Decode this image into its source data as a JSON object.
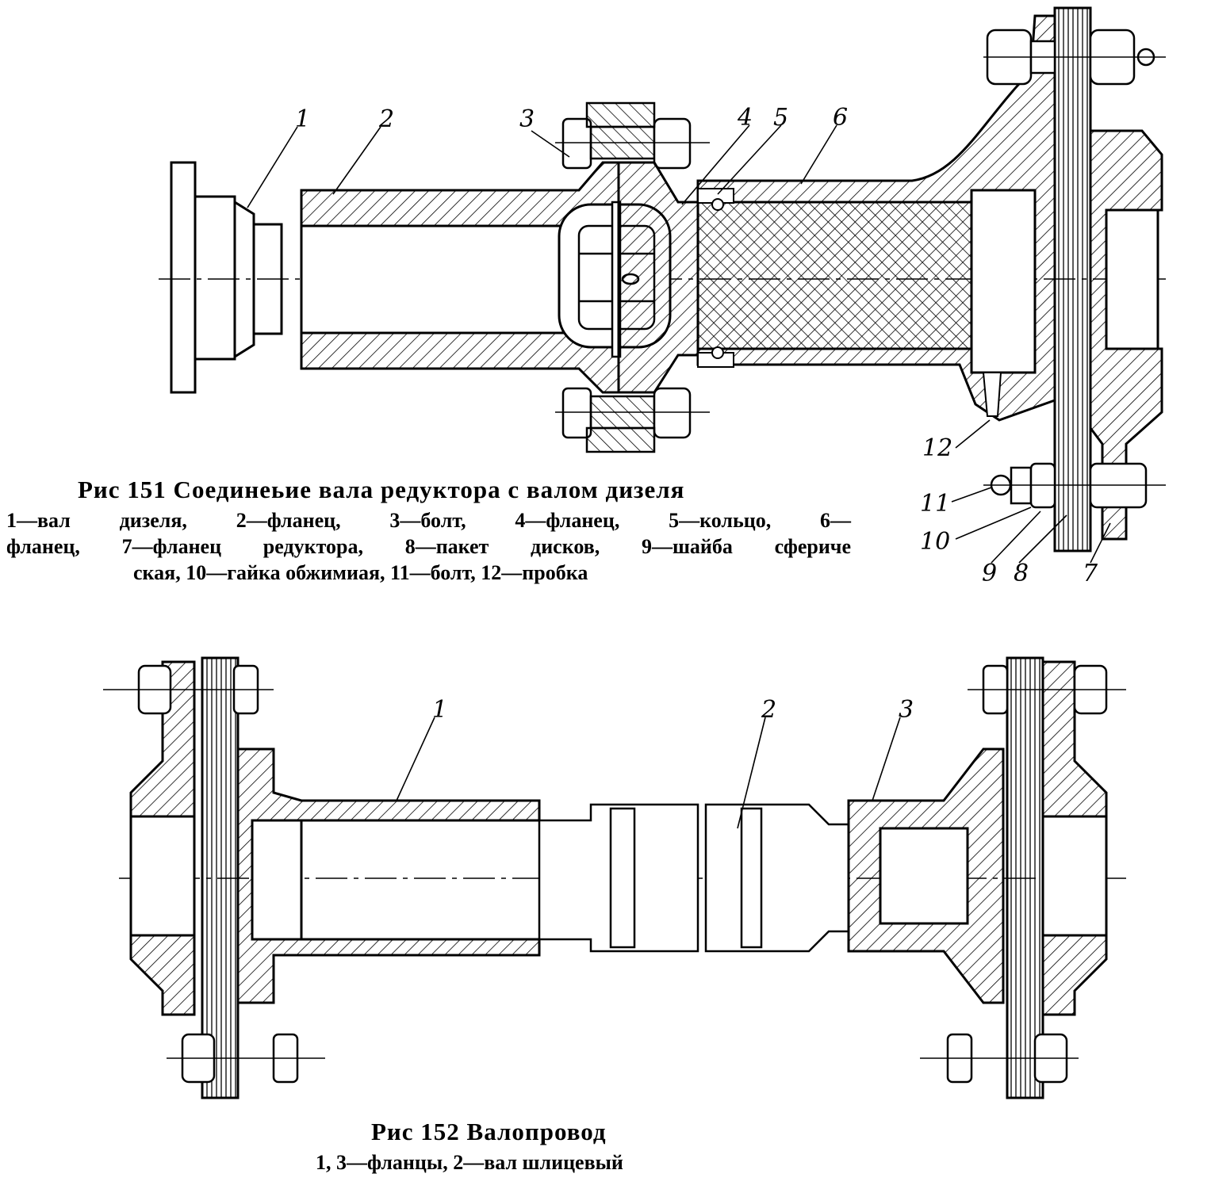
{
  "fig151": {
    "title": "Рис 151 Соединеьие вала редуктора с валом дизеля",
    "legend_line1": "1—вал дизеля, 2—фланец, 3—болт, 4—фланец, 5—кольцо, 6—",
    "legend_line2": "фланец, 7—фланец редуктора, 8—пакет дисков, 9—шайба сфериче",
    "legend_line3": "ская, 10—гайка обжимиая, 11—болт, 12—пробка",
    "callouts": [
      "1",
      "2",
      "3",
      "4",
      "5",
      "6",
      "7",
      "8",
      "9",
      "10",
      "11",
      "12"
    ]
  },
  "fig152": {
    "title": "Рис 152 Валопровод",
    "legend": "1, 3—фланцы, 2—вал шлицевый",
    "callouts": [
      "1",
      "2",
      "3"
    ]
  },
  "colors": {
    "ink": "#000000",
    "paper": "#ffffff"
  }
}
